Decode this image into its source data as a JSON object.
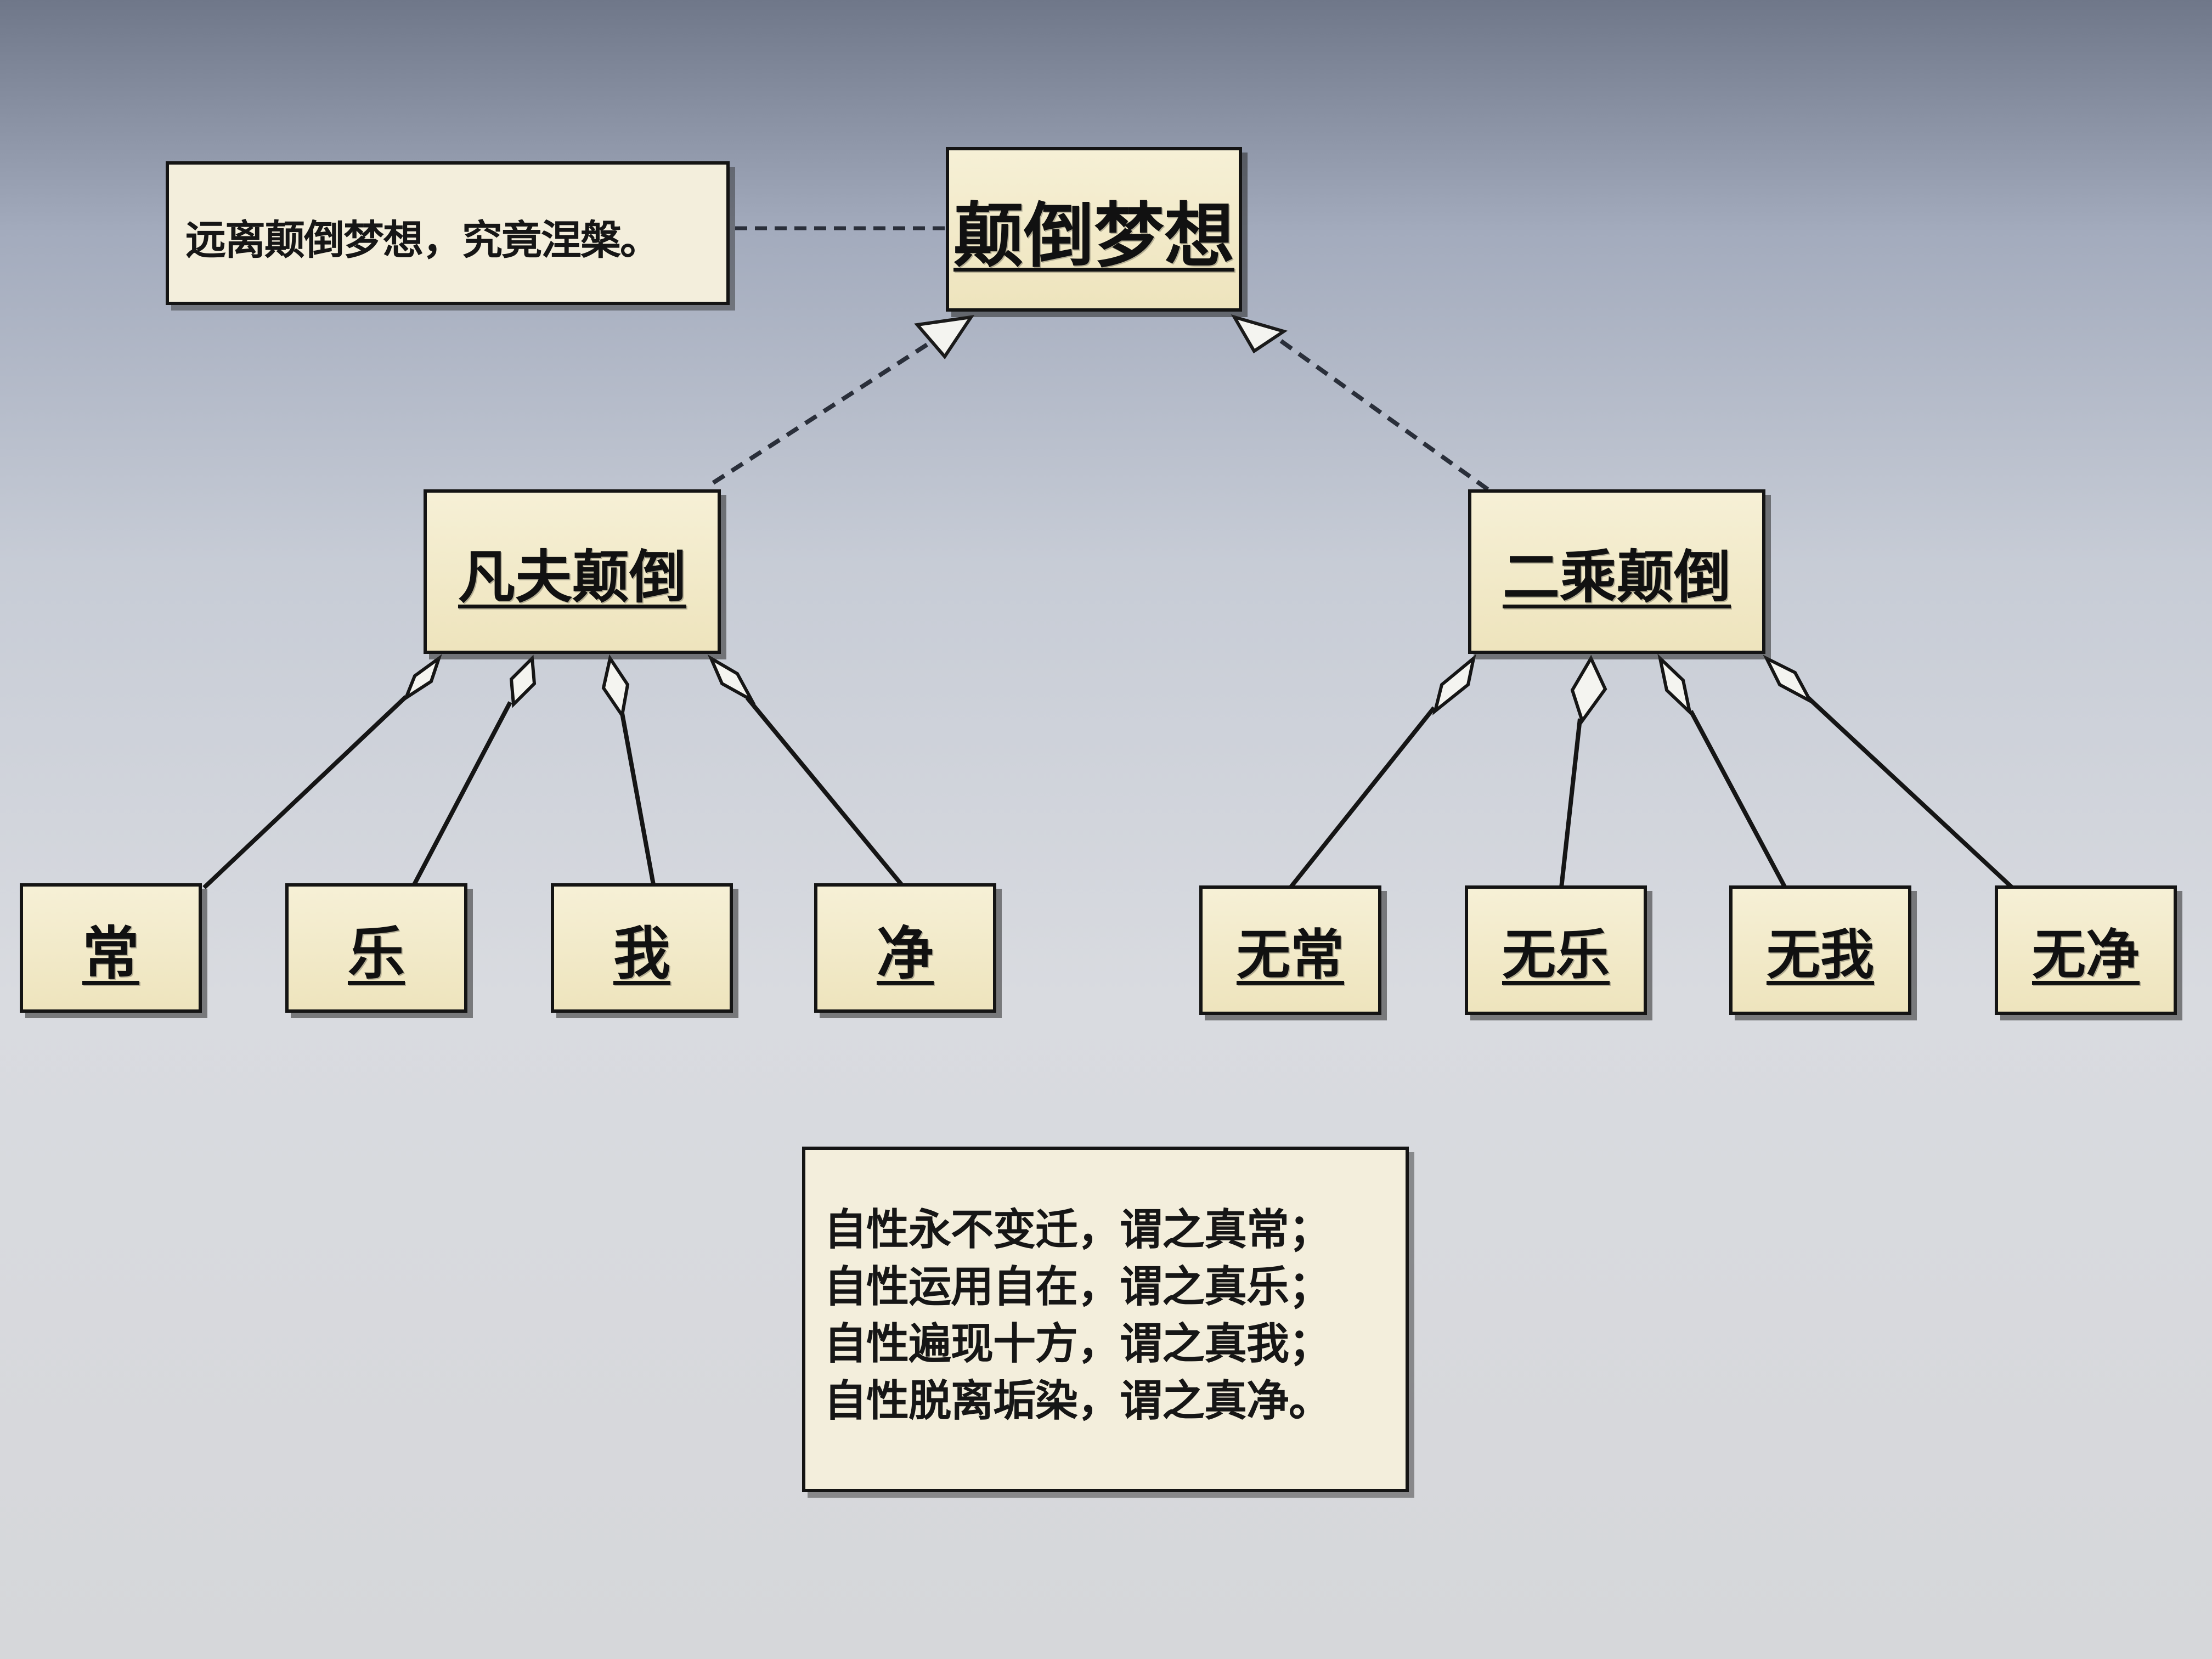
{
  "colors": {
    "node_fill": "#f3ecd0",
    "border": "#141414",
    "note_fill": "#f3eedc",
    "connector": "#2a2f3a"
  },
  "root": {
    "label": "颠倒梦想"
  },
  "root_note": {
    "text": "远离颠倒梦想，究竟涅槃。"
  },
  "branches": {
    "left": {
      "label": "凡夫颠倒",
      "leaves": [
        "常",
        "乐",
        "我",
        "净"
      ]
    },
    "right": {
      "label": "二乘颠倒",
      "leaves": [
        "无常",
        "无乐",
        "无我",
        "无净"
      ]
    }
  },
  "bottom_note": {
    "lines": [
      "自性永不变迁，谓之真常；",
      "自性运用自在，谓之真乐；",
      "自性遍现十方，谓之真我；",
      "自性脱离垢染，谓之真净。"
    ]
  }
}
